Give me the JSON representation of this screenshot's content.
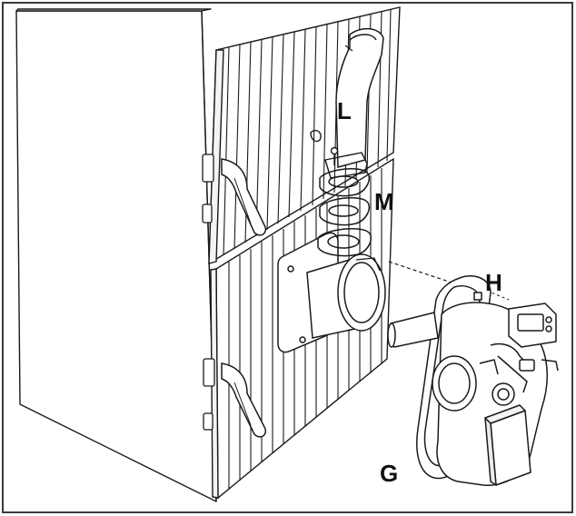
{
  "diagram": {
    "colors": {
      "line": "#1a1a1a",
      "fill": "#ffffff",
      "background": "#ffffff",
      "frame": "#3a3a3a"
    },
    "labels": {
      "L": "L",
      "M": "M",
      "H": "H",
      "G": "G"
    }
  }
}
